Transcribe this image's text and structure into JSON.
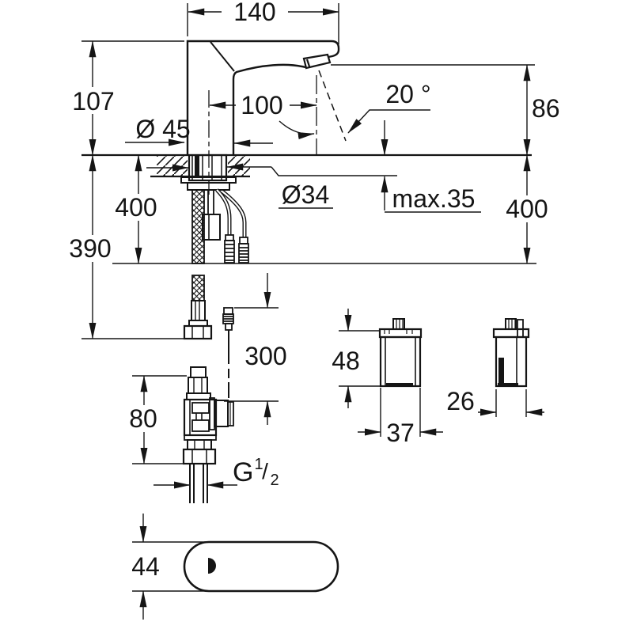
{
  "drawing": {
    "kind": "faucet-installation-dimensional-drawing",
    "labels": {
      "dim_140": "140",
      "dim_107": "107",
      "dia_45": "Ø 45",
      "dim_100": "100",
      "angle_20": "20 °",
      "dim_86": "86",
      "dia_34": "Ø34",
      "max_35": "max.35",
      "dim_400_left": "400",
      "dim_400_right": "400",
      "dim_390": "390",
      "dim_300": "300",
      "dim_80": "80",
      "thread_g": "G",
      "thread_num": "1",
      "thread_slash": "/",
      "thread_den": "2",
      "dim_48": "48",
      "dim_37": "37",
      "dim_26": "26",
      "dim_44": "44"
    },
    "colors": {
      "ink": "#151515",
      "background": "#ffffff"
    }
  }
}
